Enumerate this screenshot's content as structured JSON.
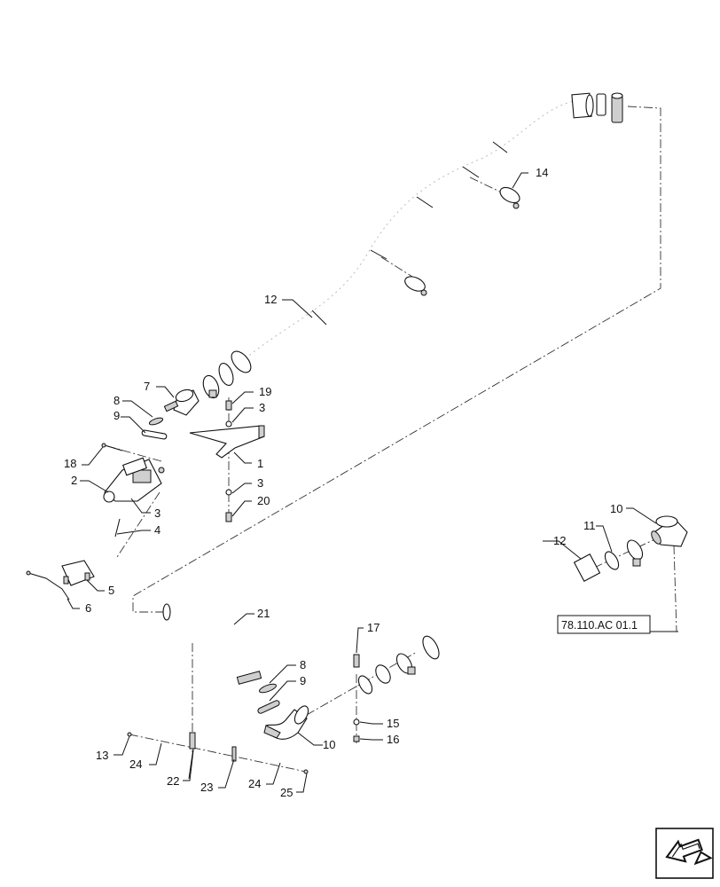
{
  "callouts": {
    "c1": "1",
    "c2": "2",
    "c3a": "3",
    "c3b": "3",
    "c3c": "3",
    "c4": "4",
    "c5": "5",
    "c6": "6",
    "c7": "7",
    "c8a": "8",
    "c8b": "8",
    "c9a": "9",
    "c9b": "9",
    "c10a": "10",
    "c10b": "10",
    "c11": "11",
    "c12a": "12",
    "c12b": "12",
    "c13": "13",
    "c14": "14",
    "c15": "15",
    "c16": "16",
    "c17": "17",
    "c18": "18",
    "c19": "19",
    "c20": "20",
    "c21": "21",
    "c22": "22",
    "c23": "23",
    "c24a": "24",
    "c24b": "24",
    "c25": "25"
  },
  "reference": {
    "label": "78.110.AC 01.1"
  },
  "icons": {
    "nav": "exit-arrow-icon"
  }
}
